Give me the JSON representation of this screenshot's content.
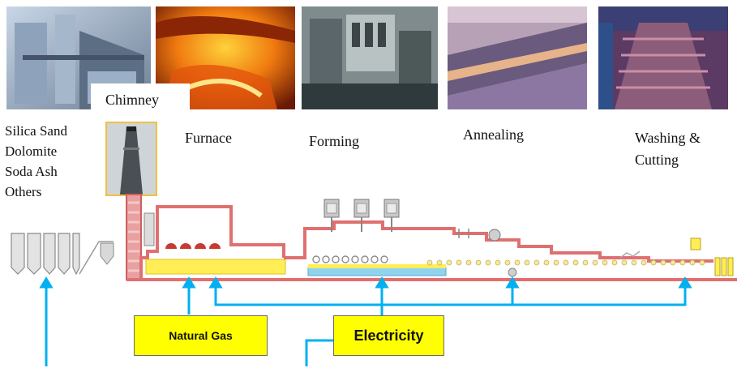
{
  "stages": [
    {
      "label": "Furnace"
    },
    {
      "label": "Forming"
    },
    {
      "label": "Annealing"
    },
    {
      "label": "Washing &"
    },
    {
      "label": "Cutting"
    }
  ],
  "chimney_label": "Chimney",
  "raw_materials": [
    "Silica Sand",
    "Dolomite",
    "Soda Ash",
    "Others"
  ],
  "energy_inputs": {
    "natural_gas": "Natural Gas",
    "electricity": "Electricity"
  },
  "colors": {
    "pipe": "#00b0f0",
    "box_fill": "#ffff00",
    "furnace_wall": "#e07070",
    "glass_melt": "#ffee55",
    "tin_bath": "#8fd3f0"
  },
  "photo_icons": [
    "batch-plant-photo",
    "furnace-flame-photo",
    "forming-machinery-photo",
    "annealing-lehr-photo",
    "washing-cutting-photo",
    "chimney-photo"
  ]
}
